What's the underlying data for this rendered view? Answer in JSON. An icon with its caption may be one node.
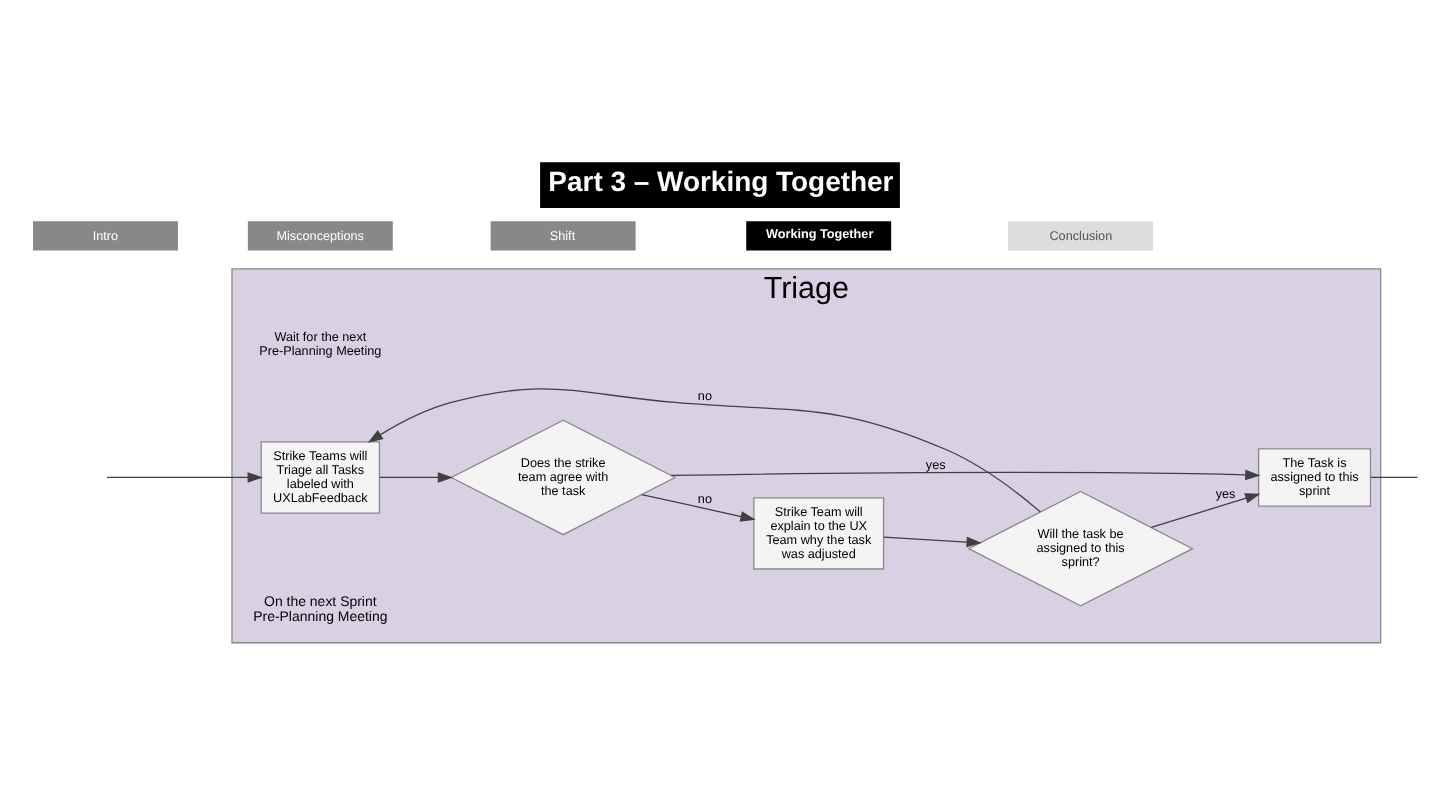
{
  "diagram": {
    "title": "Part 3 – Working Together",
    "nodes": [
      {
        "text": [
          "Triage"
        ]
      },
      {
        "text": [
          "Strike Teams will Triage all Tasks labeled with UXLabFeedback"
        ],
        "in": 0
      },
      {
        "text": [
          "Does the strike team agree with the task"
        ],
        "in": 0
      },
      {
        "text": [
          "Strike Team will explain to the UX Team why the task was adjusted"
        ],
        "in": 0
      },
      {
        "text": [
          "Will the task be assigned to this sprint?"
        ],
        "in": 0
      },
      {
        "text": [
          "The Task is assigned to this sprint"
        ],
        "in": 0
      }
    ],
    "edges": [
      {
        "from": null,
        "to": 1,
        "arrow": "to"
      },
      {
        "from": 1,
        "to": 2,
        "arrow": "to"
      },
      {
        "from": 2,
        "to": 5,
        "arrow": "to",
        "label": "yes"
      },
      {
        "from": 2,
        "to": 3,
        "arrow": "to",
        "label": "no"
      },
      {
        "from": 3,
        "to": 4,
        "arrow": "to"
      },
      {
        "from": 4,
        "to": 5,
        "arrow": "to",
        "label": "yes"
      },
      {
        "from": 4,
        "to": 1,
        "arrow": "to",
        "label": "no"
      },
      {
        "from": 5,
        "to": null,
        "arrow": "none"
      }
    ],
    "labels": [
      "On the next Sprint Pre-Planning Meeting",
      "Wait for the next Pre-Planning Meeting",
      "Intro",
      "Misconceptions",
      "Shift",
      "Working Together",
      "Conclusion"
    ]
  }
}
